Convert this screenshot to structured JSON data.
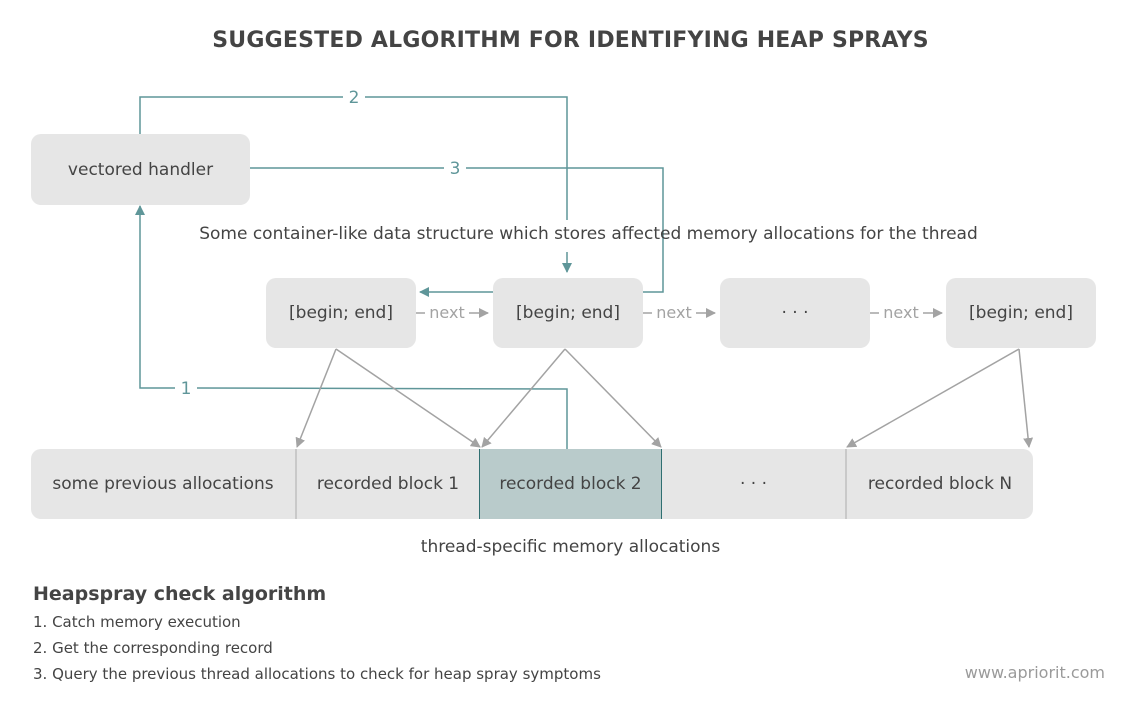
{
  "title": "SUGGESTED ALGORITHM FOR IDENTIFYING HEAP SPRAYS",
  "handler": {
    "label": "vectored handler"
  },
  "container_caption": "Some container-like data structure which stores affected memory allocations for the thread",
  "records": [
    {
      "label": "[begin; end]"
    },
    {
      "label": "[begin; end]"
    },
    {
      "label": "· · ·"
    },
    {
      "label": "[begin; end]"
    }
  ],
  "next_label": "next",
  "arrow_labels": {
    "step1": "1",
    "step2": "2",
    "step3": "3"
  },
  "allocations": [
    {
      "label": "some previous allocations",
      "highlighted": false
    },
    {
      "label": "recorded block 1",
      "highlighted": false
    },
    {
      "label": "recorded block 2",
      "highlighted": true
    },
    {
      "label": "· · ·",
      "highlighted": false
    },
    {
      "label": "recorded block N",
      "highlighted": false
    }
  ],
  "allocations_caption": "thread-specific memory allocations",
  "algorithm": {
    "heading": "Heapspray check algorithm",
    "steps": [
      "1.  Catch memory execution",
      "2. Get the corresponding record",
      "3. Query the previous thread allocations to check for heap spray symptoms"
    ]
  },
  "website": "www.apriorit.com",
  "colors": {
    "teal": "#5f9699",
    "gray_arrow": "#a3a3a3",
    "box": "#e6e6e6",
    "highlight": "#b9cbcb",
    "text": "#444444"
  }
}
